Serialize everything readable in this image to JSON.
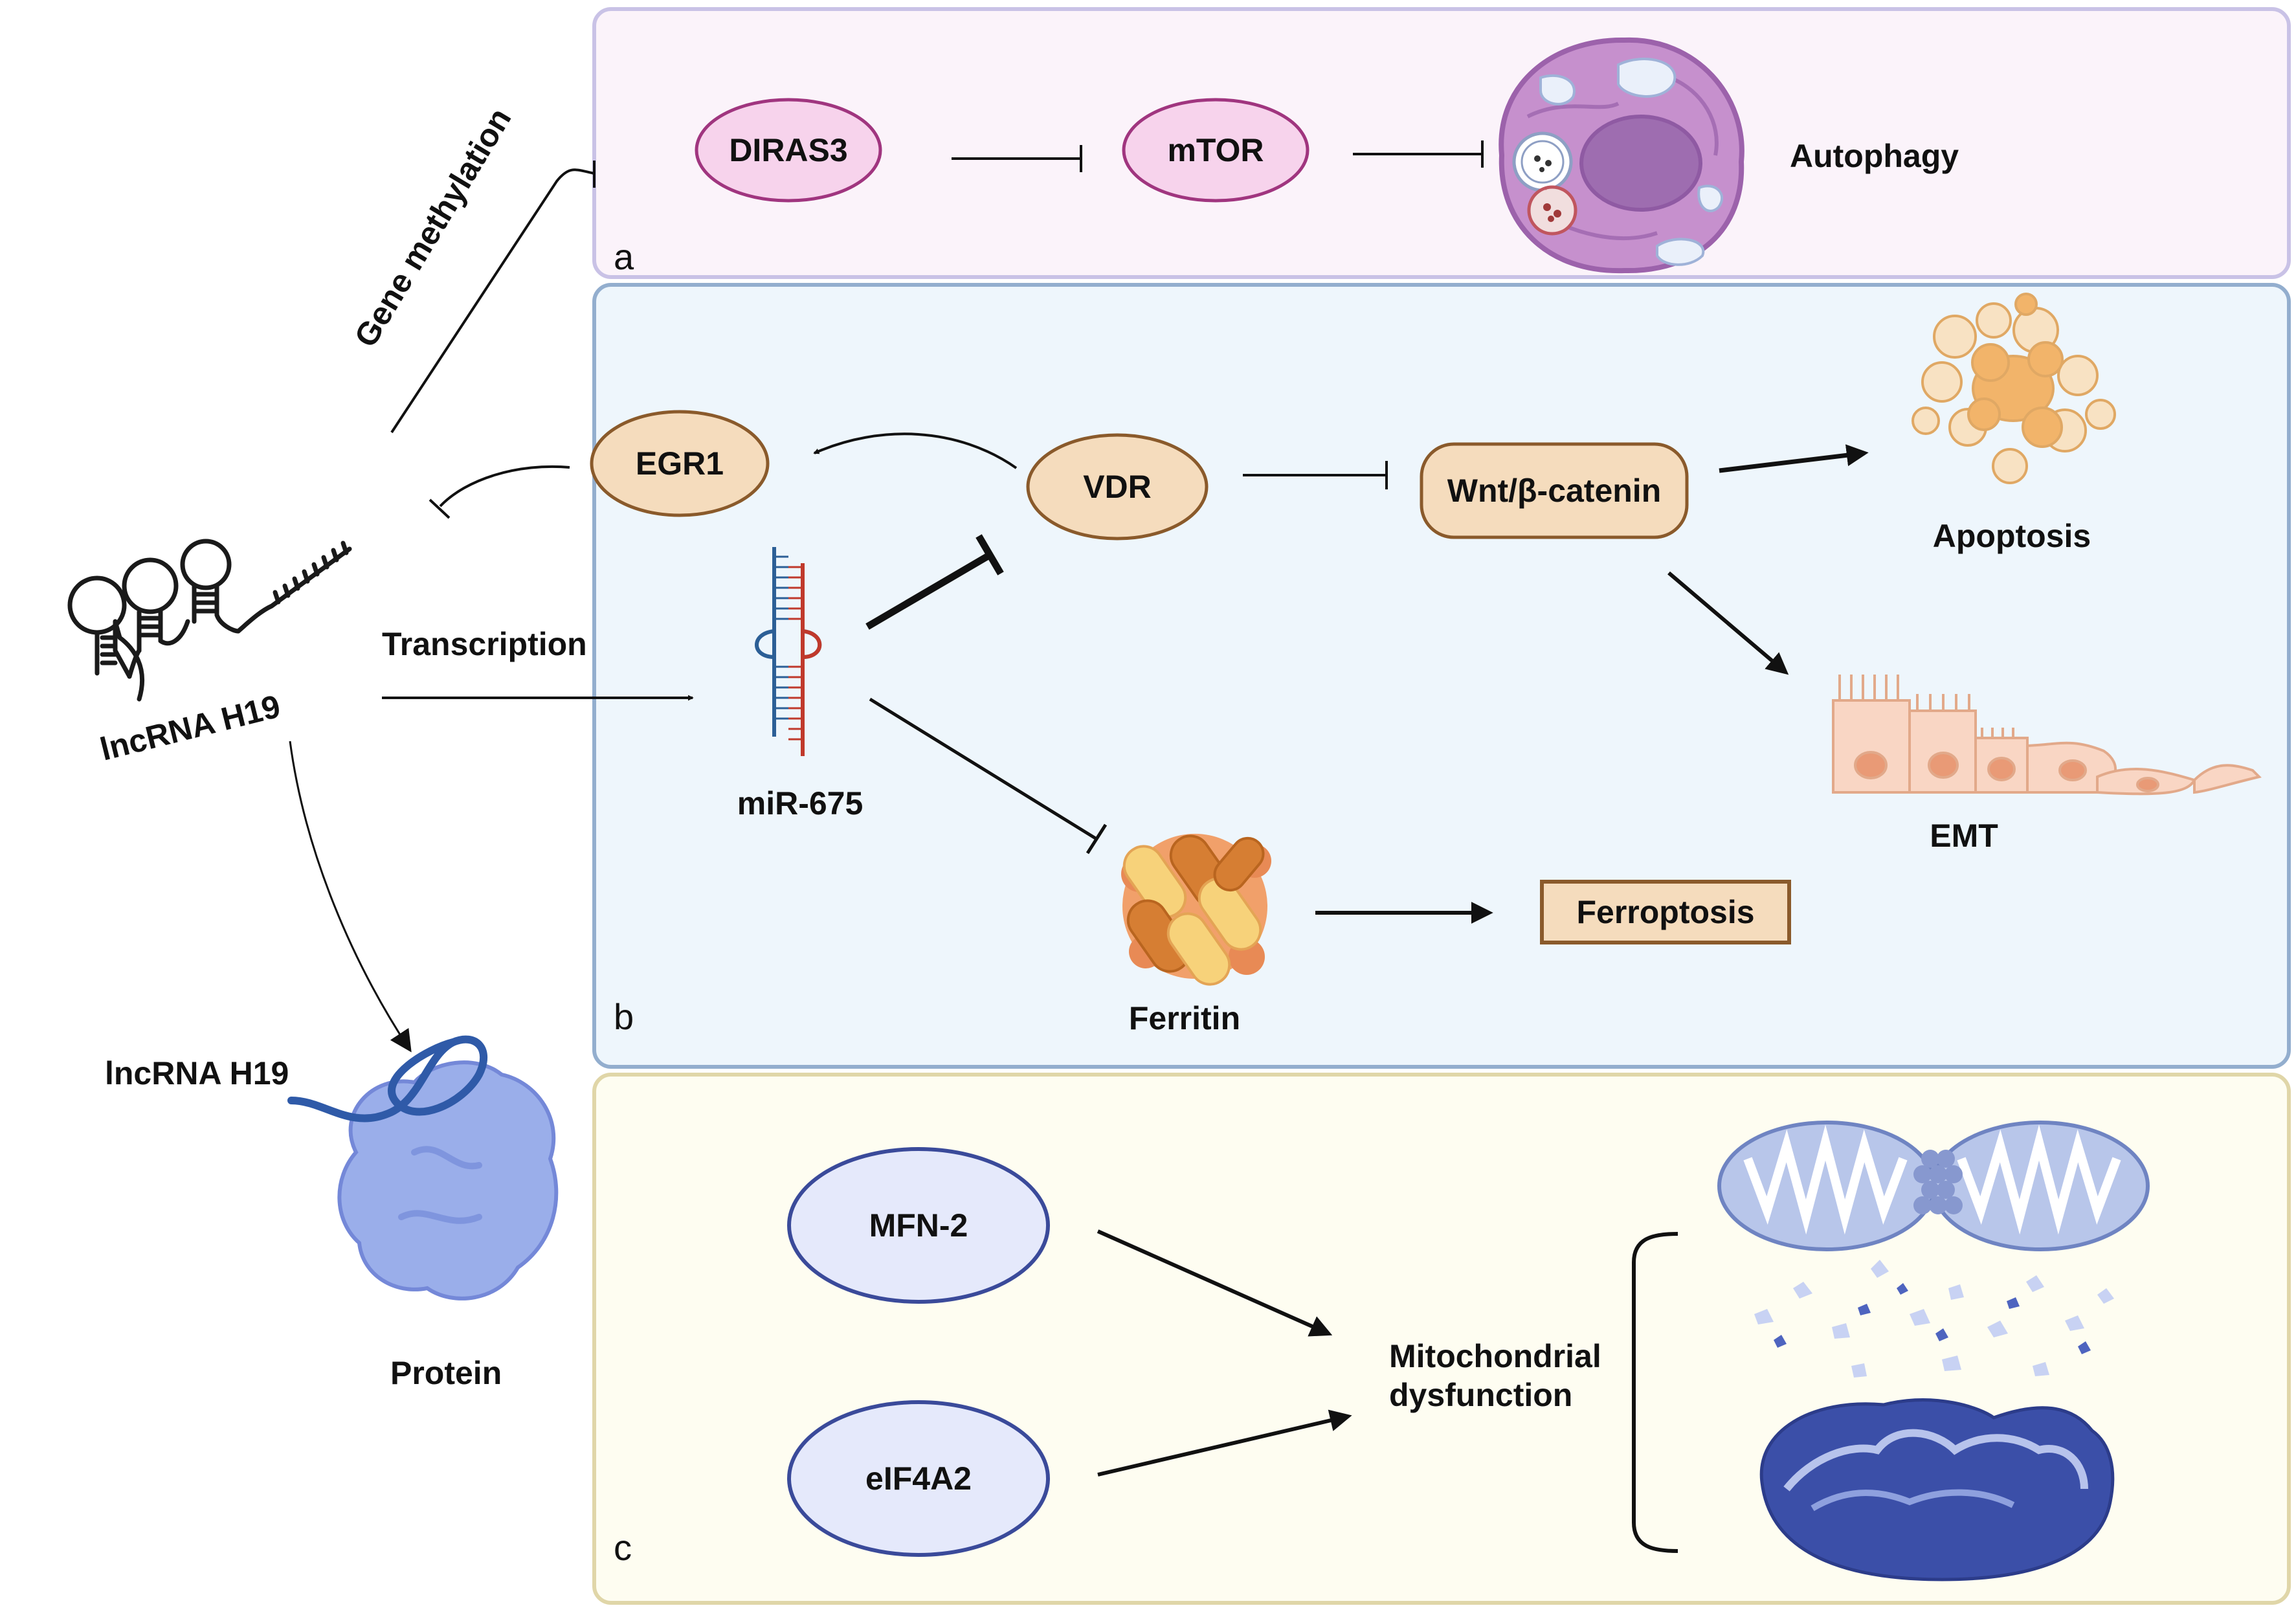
{
  "colors": {
    "panel_a_fill": "#fbf3fa",
    "panel_a_stroke": "#c9c2e6",
    "panel_b_fill": "#eef6fc",
    "panel_b_stroke": "#93aece",
    "panel_c_fill": "#fefdf1",
    "panel_c_stroke": "#e0d6a8",
    "pink_node": "#f7d3ec",
    "pink_node_stroke": "#a0357f",
    "tan_node": "#f5dcbd",
    "tan_node_stroke": "#8a5a2b",
    "blue_node": "#e5e9fb",
    "blue_node_stroke": "#3a4a9a"
  },
  "panels": {
    "a": {
      "letter": "a"
    },
    "b": {
      "letter": "b"
    },
    "c": {
      "letter": "c"
    }
  },
  "left": {
    "gene_methylation": "Gene methylation",
    "transcription": "Transcription",
    "lncrna_main": "lncRNA H19",
    "lncrna_protein": "lncRNA H19",
    "protein": "Protein",
    "icons": [
      "rna-hairpin-icon",
      "protein-icon"
    ]
  },
  "panel_a": {
    "diras3": "DIRAS3",
    "mtor": "mTOR",
    "autophagy": "Autophagy",
    "icons": [
      "autophagy-cell-icon"
    ]
  },
  "panel_b": {
    "egr1": "EGR1",
    "vdr": "VDR",
    "wnt": "Wnt/β-catenin",
    "apoptosis": "Apoptosis",
    "emt": "EMT",
    "mirna": "miR-675",
    "ferritin": "Ferritin",
    "ferroptosis": "Ferroptosis",
    "icons": [
      "mirna-duplex-icon",
      "apoptosis-cell-icon",
      "emt-cells-icon",
      "ferritin-icon"
    ]
  },
  "panel_c": {
    "mfn2": "MFN-2",
    "eif4a2": "eIF4A2",
    "mito_line1": "Mitochondrial",
    "mito_line2": "dysfunction",
    "icons": [
      "fused-mitochondria-icon",
      "damaged-mitochondrion-icon"
    ]
  }
}
